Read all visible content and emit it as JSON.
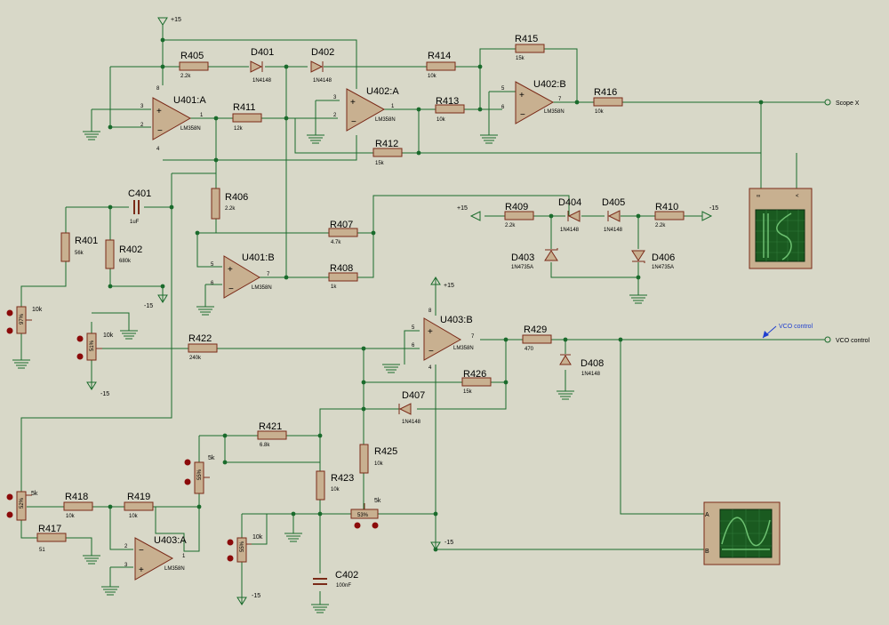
{
  "components": {
    "resistors": [
      {
        "ref": "R405",
        "value": "2.2k"
      },
      {
        "ref": "R411",
        "value": "12k"
      },
      {
        "ref": "R414",
        "value": "10k"
      },
      {
        "ref": "R415",
        "value": "15k"
      },
      {
        "ref": "R413",
        "value": "10k"
      },
      {
        "ref": "R416",
        "value": "10k"
      },
      {
        "ref": "R412",
        "value": "15k"
      },
      {
        "ref": "R406",
        "value": "2.2k"
      },
      {
        "ref": "R407",
        "value": "4.7k"
      },
      {
        "ref": "R408",
        "value": "1k"
      },
      {
        "ref": "R409",
        "value": "2.2k"
      },
      {
        "ref": "R410",
        "value": "2.2k"
      },
      {
        "ref": "R401",
        "value": "56k"
      },
      {
        "ref": "R402",
        "value": "680k"
      },
      {
        "ref": "R422",
        "value": "240k"
      },
      {
        "ref": "R429",
        "value": "470"
      },
      {
        "ref": "R426",
        "value": "15k"
      },
      {
        "ref": "R421",
        "value": "6.8k"
      },
      {
        "ref": "R425",
        "value": "10k"
      },
      {
        "ref": "R423",
        "value": "10k"
      },
      {
        "ref": "R418",
        "value": "10k"
      },
      {
        "ref": "R419",
        "value": "10k"
      },
      {
        "ref": "R417",
        "value": "51"
      }
    ],
    "diodes": [
      {
        "ref": "D401",
        "value": "1N4148"
      },
      {
        "ref": "D402",
        "value": "1N4148"
      },
      {
        "ref": "D404",
        "value": "1N4148"
      },
      {
        "ref": "D405",
        "value": "1N4148"
      },
      {
        "ref": "D403",
        "value": "1N4735A"
      },
      {
        "ref": "D406",
        "value": "1N4735A"
      },
      {
        "ref": "D407",
        "value": "1N4148"
      },
      {
        "ref": "D408",
        "value": "1N4148"
      }
    ],
    "opamps": [
      {
        "ref": "U401:A",
        "part": "LM358N"
      },
      {
        "ref": "U402:A",
        "part": "LM358N"
      },
      {
        "ref": "U402:B",
        "part": "LM358N"
      },
      {
        "ref": "U401:B",
        "part": "LM358N"
      },
      {
        "ref": "U403:B",
        "part": "LM358N"
      },
      {
        "ref": "U403:A",
        "part": "LM358N"
      }
    ],
    "capacitors": [
      {
        "ref": "C401",
        "value": "1uF"
      },
      {
        "ref": "C402",
        "value": "100nF"
      }
    ],
    "pots": [
      {
        "value": "10k",
        "pct": "97%"
      },
      {
        "value": "10k",
        "pct": "51%"
      },
      {
        "value": "5k",
        "pct": "55%"
      },
      {
        "value": "5k",
        "pct": "52%"
      },
      {
        "value": "5k",
        "pct": "53%"
      },
      {
        "value": "10k",
        "pct": "55%"
      }
    ]
  },
  "rails": {
    "plus15": "+15",
    "minus15": "-15"
  },
  "pin_numbers": [
    "8",
    "3",
    "2",
    "1",
    "4",
    "3",
    "2",
    "1",
    "5",
    "6",
    "7",
    "5",
    "6",
    "7",
    "8",
    "5",
    "6",
    "7",
    "4",
    "2",
    "3",
    "1"
  ],
  "terminals": {
    "scope_x": "Scope X",
    "vco_control": "VCO control",
    "vco_probe": "VCO control"
  },
  "instruments": {
    "scope_ab_a": "A",
    "scope_ab_b": "B"
  },
  "colors": {
    "background": "#d8d8c8",
    "wire": "#1a6b2c",
    "component": "#7a2a18",
    "fill": "#c8b090",
    "pin": "#8b0a0a",
    "screen": "#1a6b2c"
  }
}
